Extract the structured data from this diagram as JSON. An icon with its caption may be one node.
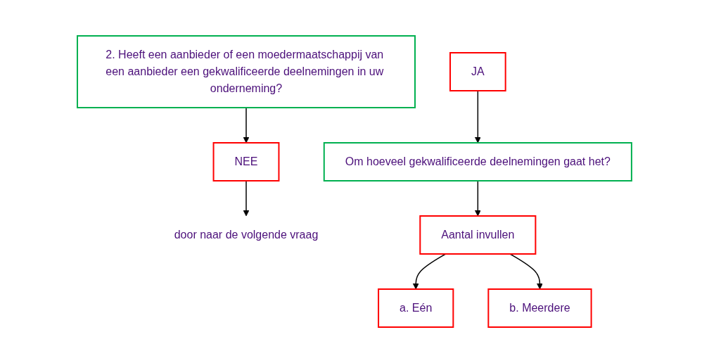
{
  "diagram": {
    "nodes": [
      {
        "text": [
          "2. Heeft een aanbieder of een moedermaatschappij van een aanbieder een gekwalificeerde deelnemingen in uw onderneming?"
        ]
      },
      {
        "text": [
          "NEE"
        ]
      },
      {
        "text": [
          "JA"
        ]
      },
      {
        "text": [
          "door naar de volgende vraag"
        ]
      },
      {
        "text": [
          "Om hoeveel gekwalificeerde deelnemingen gaat het?"
        ]
      },
      {
        "text": [
          "Aantal invullen"
        ]
      },
      {
        "text": [
          "a. Eén"
        ]
      },
      {
        "text": [
          "b. Meerdere"
        ]
      }
    ],
    "edges": [
      {
        "from": 0,
        "to": 1,
        "arrow": "to"
      },
      {
        "from": 1,
        "to": 3,
        "arrow": "to"
      },
      {
        "from": 2,
        "to": 4,
        "arrow": "to"
      },
      {
        "from": 4,
        "to": 5,
        "arrow": "to"
      },
      {
        "from": 5,
        "to": 6,
        "arrow": "to"
      },
      {
        "from": 5,
        "to": 7,
        "arrow": "to"
      }
    ]
  }
}
